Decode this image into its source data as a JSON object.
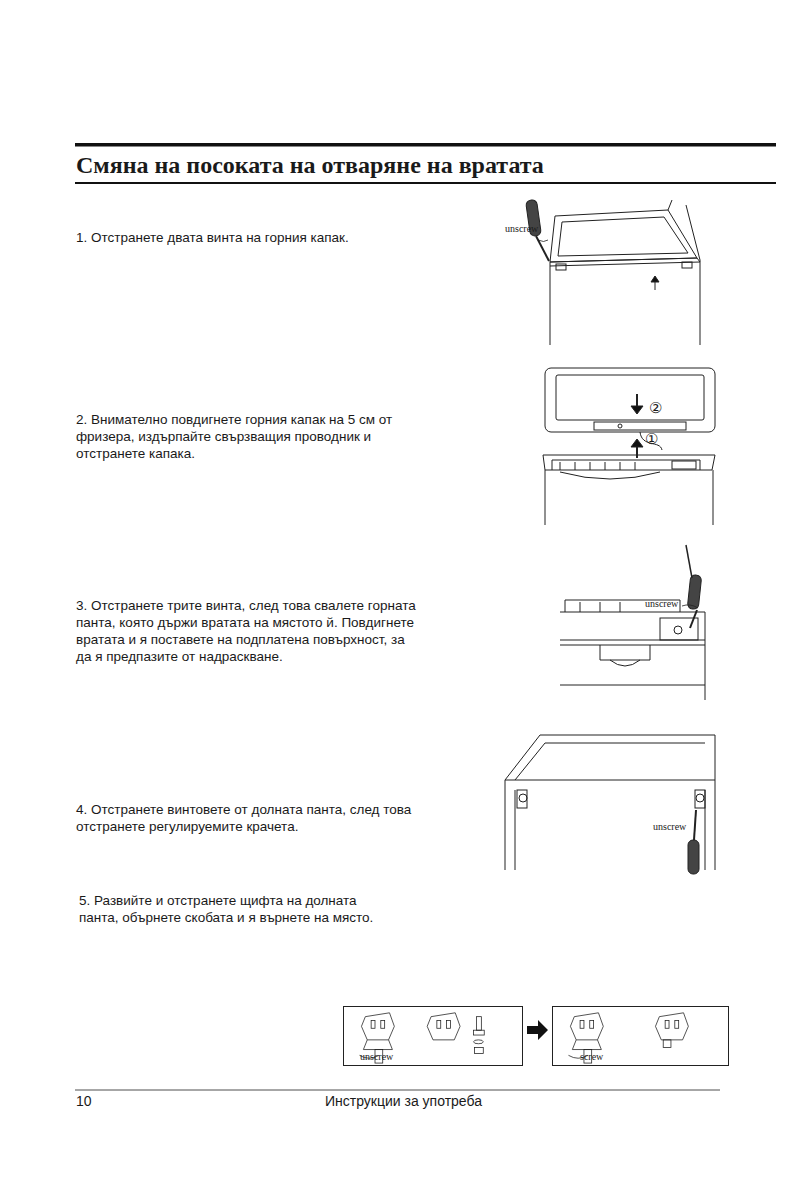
{
  "diagram": {
    "title": "Смяна на посоката на отваряне на вратата",
    "nodes": [
      {
        "text": [
          "unscrew"
        ]
      },
      {
        "text": [
          "screw"
        ]
      }
    ],
    "edges": [
      {
        "from": 0,
        "to": 1,
        "arrow": "to"
      }
    ],
    "labels": [
      "1. Отстранете двата винта на горния капак.",
      "unscrew",
      "2. Внимателно повдигнете горния капак на 5 см от фризера, издърпайте свързващия проводник и отстранете капака.",
      "②",
      "①",
      "3. Отстранете трите винта, след това свалете горната панта, която държи вратата на мястото й. Повдигнете вратата и я поставете на подплатена повърхност, за да я предпазите от надраскване.",
      "unscrew",
      "4. Отстранете винтовете от долната панта, след това отстранете регулируемите крачета.",
      "unscrew",
      "5. Развийте и отстранете щифта на долната панта, обърнете скобата и я върнете на място.",
      "10",
      "Инструкции за употреба"
    ]
  }
}
